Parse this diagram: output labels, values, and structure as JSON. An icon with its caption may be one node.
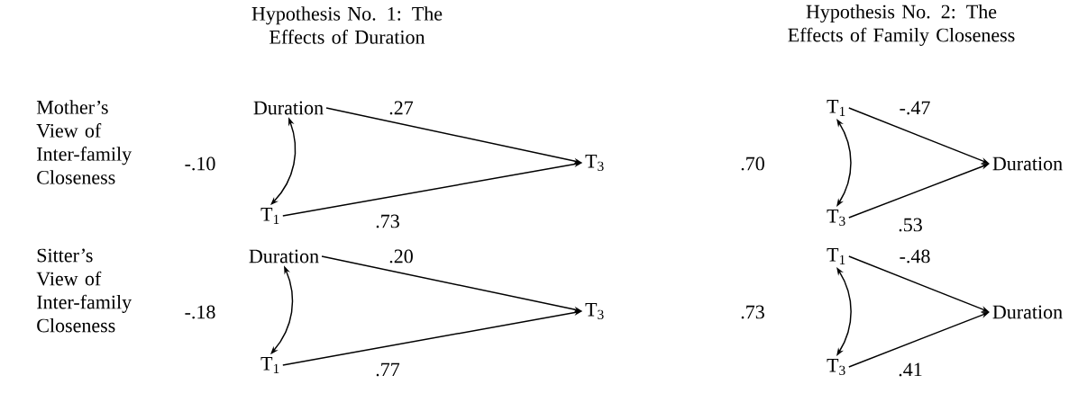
{
  "diagram": {
    "nodes": [
      {
        "text": [
          "Duration"
        ]
      },
      {
        "text": [
          "T$_{3}$"
        ]
      },
      {
        "text": [
          "T$_{1}$"
        ]
      },
      {
        "text": [
          "T$_{1}$"
        ]
      },
      {
        "text": [
          "Duration"
        ]
      },
      {
        "text": [
          "T$_{3}$"
        ]
      },
      {
        "text": [
          "Duration"
        ]
      },
      {
        "text": [
          "T$_{3}$"
        ]
      },
      {
        "text": [
          "T$_{1}$"
        ]
      },
      {
        "text": [
          "T$_{1}$"
        ]
      },
      {
        "text": [
          "Duration"
        ]
      },
      {
        "text": [
          "T$_{3}$"
        ]
      }
    ],
    "edges": [
      {
        "from": 0,
        "to": 1,
        "arrow": "to",
        "label": ".27"
      },
      {
        "from": 2,
        "to": 1,
        "arrow": "to",
        "label": ".73"
      },
      {
        "from": 0,
        "to": 2,
        "arrow": "both"
      },
      {
        "from": 3,
        "to": 4,
        "arrow": "to",
        "label": "-.47"
      },
      {
        "from": 5,
        "to": 4,
        "arrow": "to",
        "label": ".53"
      },
      {
        "from": 3,
        "to": 5,
        "arrow": "both"
      },
      {
        "from": 6,
        "to": 7,
        "arrow": "to",
        "label": ".20"
      },
      {
        "from": 8,
        "to": 7,
        "arrow": "to",
        "label": ".77"
      },
      {
        "from": 6,
        "to": 8,
        "arrow": "both"
      },
      {
        "from": 9,
        "to": 10,
        "arrow": "to",
        "label": "-.48"
      },
      {
        "from": 11,
        "to": 10,
        "arrow": "to",
        "label": ".41"
      },
      {
        "from": 9,
        "to": 11,
        "arrow": "both"
      }
    ],
    "labels": [
      "Hypothesis No. 1: The Effects of Duration",
      "Hypothesis No. 2: The Effects of Family Closeness",
      "Mother’s View of Inter-family Closeness",
      "-.10",
      ".70",
      "Sitter’s View of Inter-family Closeness",
      "-.18",
      ".73"
    ]
  }
}
